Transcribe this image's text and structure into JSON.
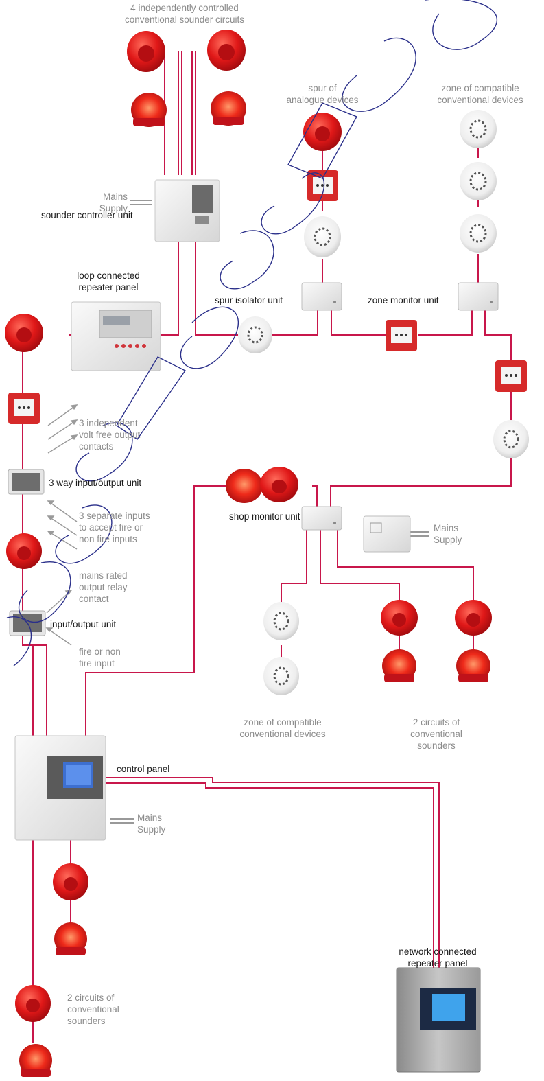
{
  "colors": {
    "wire": "#c8174b",
    "sounder": "#d8141c",
    "muted_text": "#8c8c8c",
    "text": "#1a1a1a",
    "watermark": "#2a2f8a"
  },
  "labels": {
    "sounder_circuits": [
      "4 independently controlled",
      "conventional sounder circuits"
    ],
    "spur_analogue": [
      "spur of",
      "analogue devices"
    ],
    "zone_top": [
      "zone of compatible",
      "conventional devices"
    ],
    "mains": [
      "Mains",
      "Supply"
    ],
    "sounder_controller": "sounder controller unit",
    "loop_repeater": [
      "loop connected",
      "repeater panel"
    ],
    "spur_isolator": "spur isolator unit",
    "zone_monitor": "zone monitor unit",
    "volt_free": [
      "3 independent",
      "volt free output",
      "contacts"
    ],
    "io3": "3 way input/output unit",
    "separate_inputs": [
      "3 separate inputs",
      "to accept fire or",
      "non fire inputs"
    ],
    "shop_monitor": "shop monitor unit",
    "mains_relay": [
      "mains rated",
      "output relay",
      "contact"
    ],
    "io": "input/output unit",
    "fire_input": [
      "fire or non",
      "fire input"
    ],
    "zone_bottom": [
      "zone of compatible",
      "conventional devices"
    ],
    "two_circuits_right": [
      "2 circuits of",
      "conventional",
      "sounders"
    ],
    "control_panel": "control panel",
    "network_repeater": [
      "network connected",
      "repeater panel"
    ],
    "two_circuits_left": [
      "2 circuits of",
      "conventional",
      "sounders"
    ]
  }
}
